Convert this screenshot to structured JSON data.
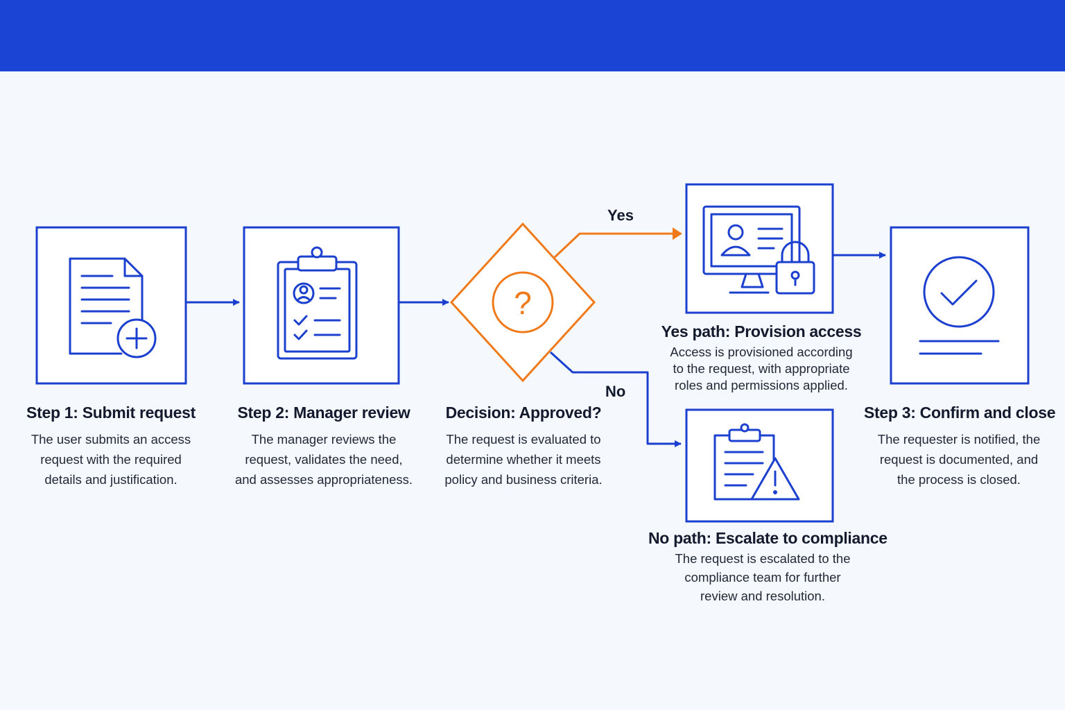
{
  "colors": {
    "header_band": "#1b44d4",
    "background": "#f5f8fc",
    "primary_stroke": "#1b3fcf",
    "decision_stroke": "#f07a1a",
    "text": "#141a2e"
  },
  "branches": {
    "yes": "Yes",
    "no": "No"
  },
  "steps": [
    {
      "icon": "document-add-icon",
      "title": "Step 1: Submit request",
      "lines": [
        "The user submits an access",
        "request with the required",
        "details and justification."
      ]
    },
    {
      "icon": "clipboard-checklist-icon",
      "title": "Step 2: Manager review",
      "lines": [
        "The manager reviews the",
        "request, validates the need,",
        "and assesses appropriateness."
      ]
    },
    {
      "icon": "question-mark-icon",
      "title": "Decision: Approved?",
      "lines": [
        "The request is evaluated to",
        "determine whether it meets",
        "policy and business criteria."
      ]
    },
    {
      "icon": "computer-lock-icon",
      "title": "Yes path: Provision access",
      "lines": [
        "Access is provisioned according",
        "to the request, with appropriate",
        "roles and permissions applied."
      ]
    },
    {
      "icon": "clipboard-warning-icon",
      "title": "No path: Escalate to compliance",
      "lines": [
        "The request is escalated to the",
        "compliance team for further",
        "review and resolution."
      ]
    },
    {
      "icon": "checkmark-circle-icon",
      "title": "Step 3: Confirm and close",
      "lines": [
        "The requester is notified, the",
        "request is documented, and",
        "the process is closed."
      ]
    }
  ]
}
